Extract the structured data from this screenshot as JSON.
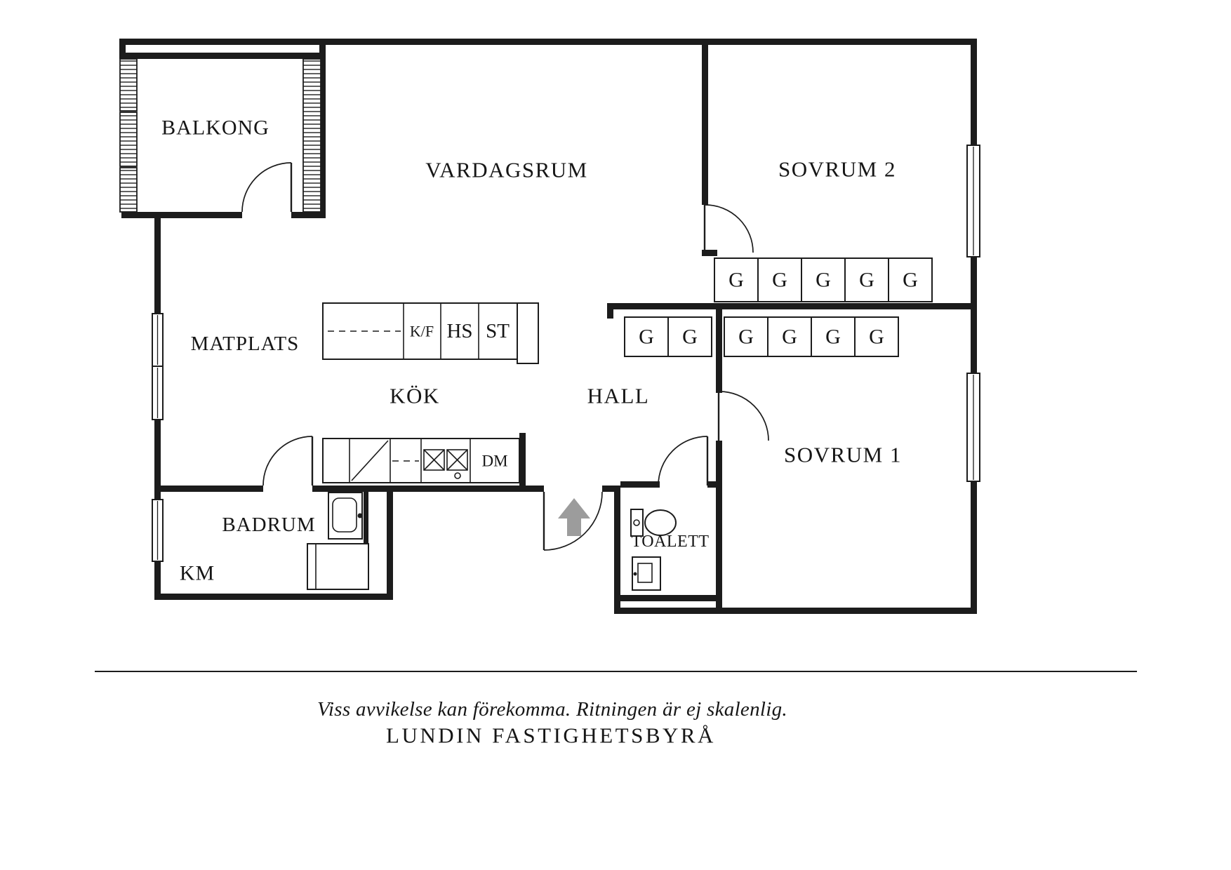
{
  "floorplan": {
    "rooms": {
      "balkong": "BALKONG",
      "vardagsrum": "VARDAGSRUM",
      "sovrum2": "SOVRUM 2",
      "matplats": "MATPLATS",
      "kok": "KÖK",
      "hall": "HALL",
      "sovrum1": "SOVRUM 1",
      "badrum": "BADRUM",
      "km": "KM",
      "toalett": "TOALETT"
    },
    "fixtures": {
      "kf": "K/F",
      "hs": "HS",
      "st": "ST",
      "dm": "DM"
    },
    "wardrobes": {
      "sovrum2_row": [
        "G",
        "G",
        "G",
        "G",
        "G"
      ],
      "hall_row": [
        "G",
        "G"
      ],
      "sovrum1_row": [
        "G",
        "G",
        "G",
        "G"
      ]
    },
    "icons": {
      "entrance_arrow": "entrance-up-arrow"
    },
    "colors": {
      "wall": "#1c1c1c",
      "arrow": "#9c9c9c",
      "background": "#ffffff"
    }
  },
  "footer": {
    "disclaimer": "Viss avvikelse kan förekomma. Ritningen är ej skalenlig.",
    "brand": "LUNDIN FASTIGHETSBYRÅ"
  }
}
